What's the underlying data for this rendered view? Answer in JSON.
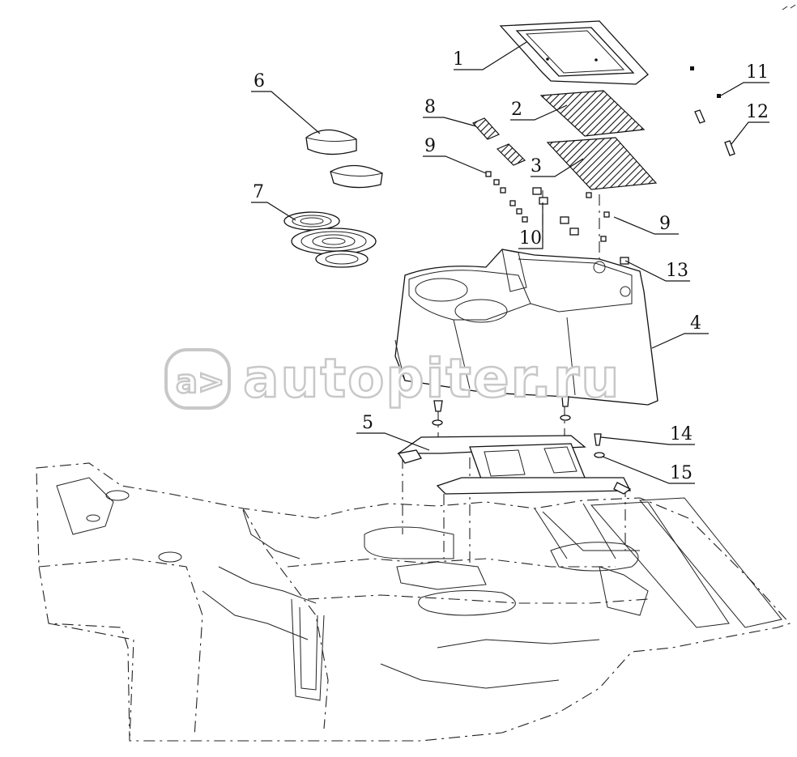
{
  "watermark": {
    "text": "autopiter.ru",
    "logo_glyph": "a>"
  },
  "callouts": [
    "1",
    "2",
    "3",
    "4",
    "5",
    "6",
    "7",
    "8",
    "9",
    "9",
    "10",
    "11",
    "12",
    "13",
    "14",
    "15"
  ],
  "colors": {
    "ink": "#111111",
    "watermark": "#c8c8c8",
    "background": "#ffffff"
  }
}
